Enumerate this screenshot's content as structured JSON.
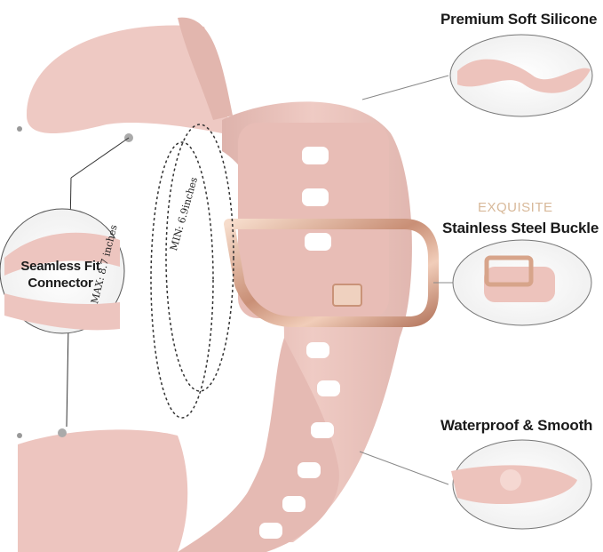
{
  "features": {
    "silicone": "Premium Soft Silicone",
    "exquisite": "EXQUISITE",
    "buckle": "Stainless Steel Buckle",
    "waterproof": "Waterproof & Smooth",
    "connector": "Seamless Fit Connector"
  },
  "sizes": {
    "max": "MAX: 8.7 inches",
    "min": "MIN: 6.9inches"
  },
  "colors": {
    "band": "#ecc7c1",
    "band_shadow": "#d9aca5",
    "band_highlight": "#f6dcd6",
    "buckle": "#d9a78e",
    "buckle_highlight": "#f4d8c8",
    "callout_bg": "#f3f3f3"
  }
}
